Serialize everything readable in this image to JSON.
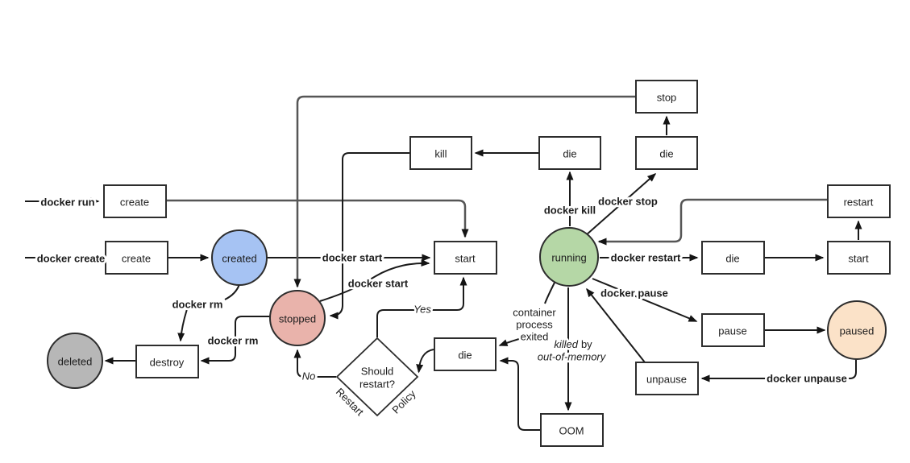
{
  "colors": {
    "created": "#a6c3f3",
    "stopped": "#e9b3ab",
    "running": "#b5d7a6",
    "paused": "#fbe2c8",
    "deleted": "#b7b7b7",
    "line": "#1a1a1a",
    "routed_line": "#565656"
  },
  "states": {
    "created": "created",
    "stopped": "stopped",
    "running": "running",
    "paused": "paused",
    "deleted": "deleted"
  },
  "events": {
    "create_run": "create",
    "create_create": "create",
    "start_main": "start",
    "kill": "kill",
    "die_from_kill": "die",
    "die_from_stop": "die",
    "stop": "stop",
    "die_from_restart": "die",
    "start_restart": "start",
    "restart": "restart",
    "pause": "pause",
    "unpause": "unpause",
    "destroy": "destroy",
    "die_from_exit": "die",
    "oom": "OOM"
  },
  "decision": {
    "line1": "Should",
    "line2": "restart?",
    "edge_left": "Restart",
    "edge_right": "Policy"
  },
  "labels": {
    "docker_run": "docker run",
    "docker_create": "docker create",
    "docker_start_created": "docker start",
    "docker_start_stopped": "docker start",
    "docker_rm_created": "docker rm",
    "docker_rm_stopped": "docker rm",
    "docker_kill": "docker kill",
    "docker_stop": "docker stop",
    "docker_restart": "docker restart",
    "docker_pause": "docker pause",
    "docker_unpause": "docker unpause",
    "yes": "Yes",
    "no": "No",
    "exited_line1": "container",
    "exited_line2": "process",
    "exited_line3": "exited",
    "killed": "killed",
    "by": "by",
    "oom_reason": "out-of-memory"
  }
}
